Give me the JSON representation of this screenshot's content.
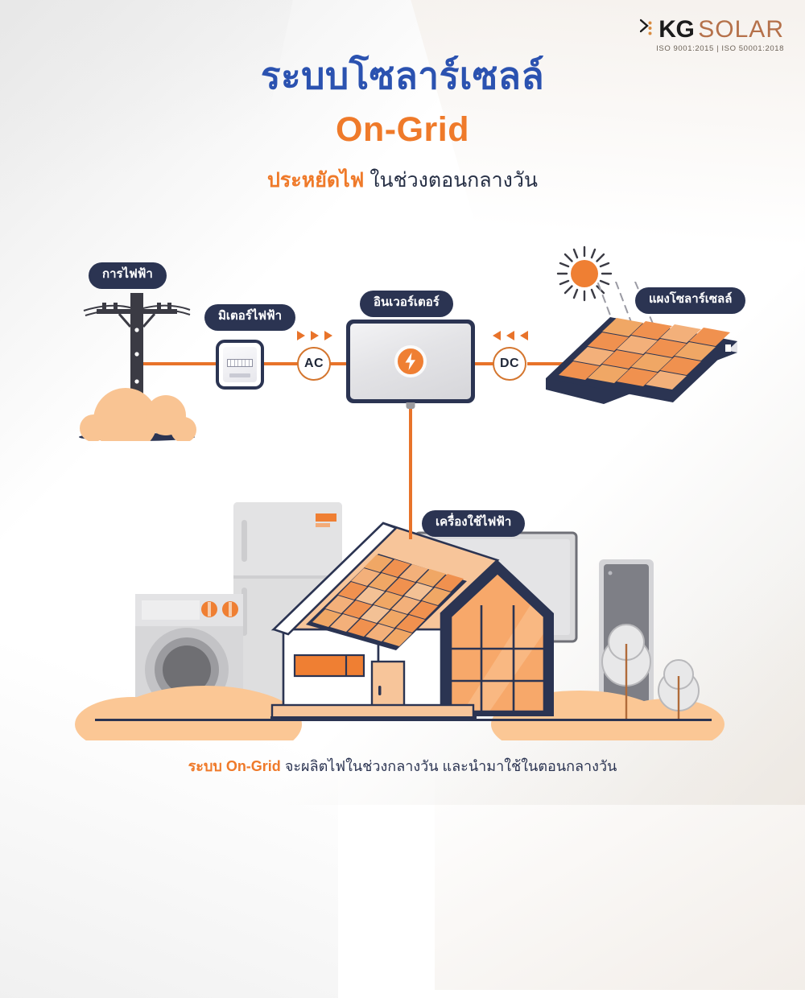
{
  "logo": {
    "mark": "chevron-dots-mark",
    "kg": "KG",
    "solar": "SOLAR",
    "iso": "ISO 9001:2015 | ISO 50001:2018",
    "kg_color": "#1b1b1b",
    "solar_color": "#b5714a"
  },
  "heading": {
    "line1": "ระบบโซลาร์เซลล์",
    "line2": "On-Grid",
    "line3_highlight": "ประหยัดไฟ",
    "line3_rest": " ในช่วงตอนกลางวัน",
    "line1_color": "#2b52b0",
    "line2_color": "#ef7a2a"
  },
  "diagram": {
    "labels": {
      "grid": "การไฟฟ้า",
      "meter": "มิเตอร์ไฟฟ้า",
      "inverter": "อินเวอร์เตอร์",
      "solar_panel": "แผงโซลาร์เซลล์",
      "appliances": "เครื่องใช้ไฟฟ้า"
    },
    "badges": {
      "ac": "AC",
      "dc": "DC"
    },
    "flow": {
      "ac_direction": "right",
      "dc_direction": "left",
      "arrow_count": 3
    },
    "colors": {
      "wire": "#e8732a",
      "pill_bg": "#2b3452",
      "pill_text": "#ffffff",
      "badge_border": "#d4762f",
      "panel_cell": "#f0914f",
      "sun": "#ef7f33"
    },
    "solar_array": {
      "rows": 4,
      "cols": 4
    },
    "inverter_icon": "lightning-bolt-icon",
    "sun_icon": "sun-icon"
  },
  "scene": {
    "appliances": [
      "washing-machine",
      "refrigerator",
      "television",
      "air-conditioner"
    ],
    "house": {
      "roof_panel_rows": 5,
      "roof_panel_cols": 7
    },
    "trees": 2
  },
  "caption": {
    "highlight": "ระบบ On-Grid",
    "rest": " จะผลิตไฟในช่วงกลางวัน และนำมาใช้ในตอนกลางวัน"
  }
}
